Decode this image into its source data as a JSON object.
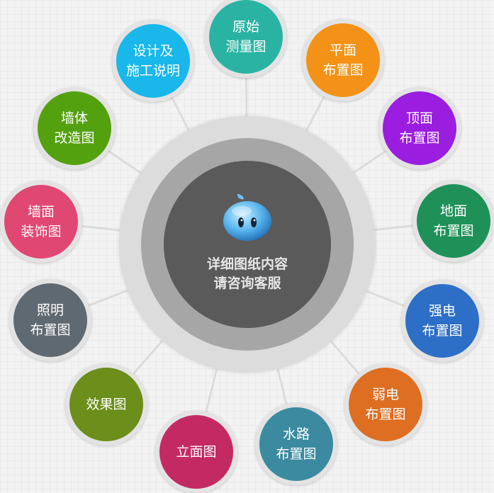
{
  "center": {
    "line1": "详细图纸内容",
    "line2": "请咨询客服",
    "colors": {
      "outer": "#dcdcdc",
      "middle": "#a6a6a6",
      "inner": "#5a5a5a"
    },
    "mascot_icon": "blue-chat-mascot-icon"
  },
  "nodes": [
    {
      "id": "original-survey",
      "lines": [
        "原始",
        "测量图"
      ],
      "color": "#2ab3a3"
    },
    {
      "id": "floor-plan-layout",
      "lines": [
        "平面",
        "布置图"
      ],
      "color": "#f39216"
    },
    {
      "id": "ceiling-layout",
      "lines": [
        "顶面",
        "布置图"
      ],
      "color": "#9a1de0"
    },
    {
      "id": "floor-layout",
      "lines": [
        "地面",
        "布置图"
      ],
      "color": "#1f9158"
    },
    {
      "id": "strong-power-layout",
      "lines": [
        "强电",
        "布置图"
      ],
      "color": "#2d6fc6"
    },
    {
      "id": "weak-power-layout",
      "lines": [
        "弱电",
        "布置图"
      ],
      "color": "#dd6e22"
    },
    {
      "id": "water-route-layout",
      "lines": [
        "水路",
        "布置图"
      ],
      "color": "#3c8aa0"
    },
    {
      "id": "elevation",
      "lines": [
        "立面图"
      ],
      "color": "#c42a62"
    },
    {
      "id": "rendering",
      "lines": [
        "效果图"
      ],
      "color": "#6c8e1b"
    },
    {
      "id": "lighting-layout",
      "lines": [
        "照明",
        "布置图"
      ],
      "color": "#5f6971"
    },
    {
      "id": "wall-decoration",
      "lines": [
        "墙面",
        "装饰图"
      ],
      "color": "#e04873"
    },
    {
      "id": "wall-modification",
      "lines": [
        "墙体",
        "改造图"
      ],
      "color": "#54a10f"
    },
    {
      "id": "design-construction-notes",
      "lines": [
        "设计及",
        "施工说明"
      ],
      "color": "#19b7ea"
    }
  ]
}
